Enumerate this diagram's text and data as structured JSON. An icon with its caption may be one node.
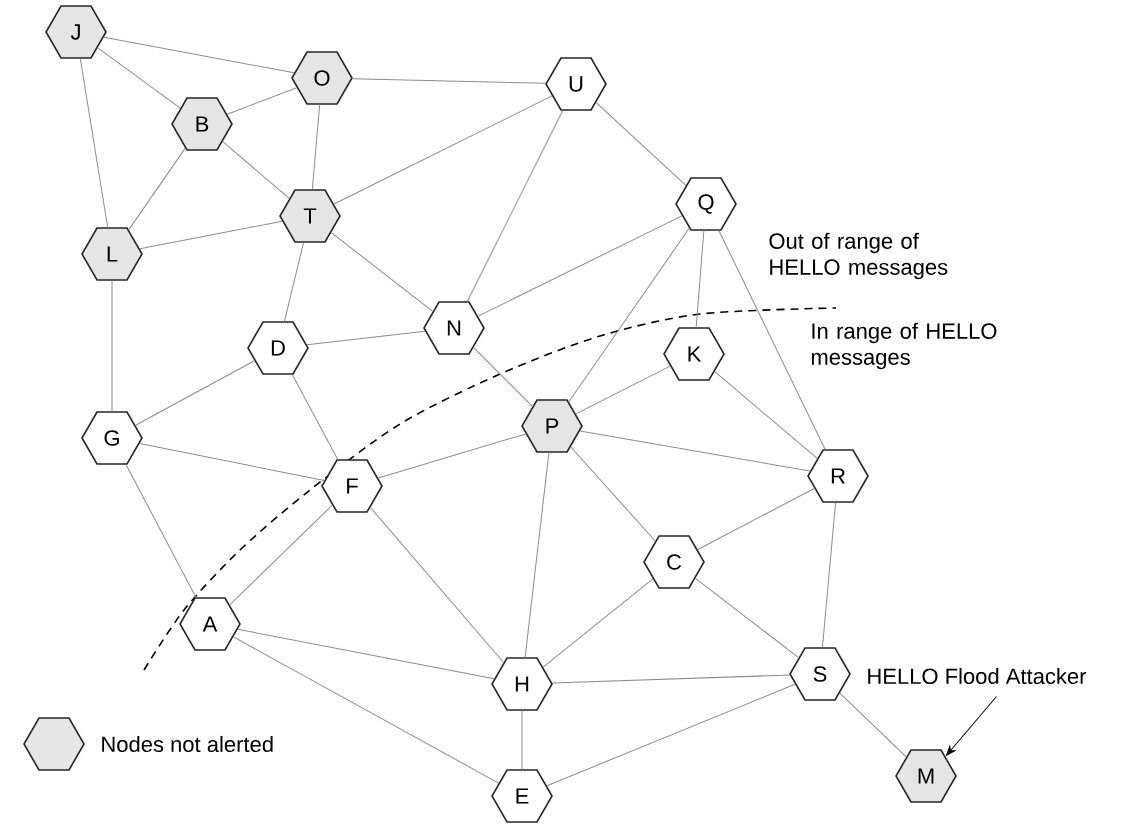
{
  "diagram": {
    "nodes": [
      {
        "text": [
          "J"
        ]
      },
      {
        "text": [
          "O"
        ]
      },
      {
        "text": [
          "U"
        ]
      },
      {
        "text": [
          "B"
        ]
      },
      {
        "text": [
          "T"
        ]
      },
      {
        "text": [
          "L"
        ]
      },
      {
        "text": [
          "Q"
        ]
      },
      {
        "text": [
          "N"
        ]
      },
      {
        "text": [
          "D"
        ]
      },
      {
        "text": [
          "K"
        ]
      },
      {
        "text": [
          "P"
        ]
      },
      {
        "text": [
          "G"
        ]
      },
      {
        "text": [
          "F"
        ]
      },
      {
        "text": [
          "R"
        ]
      },
      {
        "text": [
          "C"
        ]
      },
      {
        "text": [
          "A"
        ]
      },
      {
        "text": [
          "H"
        ]
      },
      {
        "text": [
          "S"
        ]
      },
      {
        "text": [
          "E"
        ]
      },
      {
        "text": [
          "M"
        ]
      },
      {
        "text": [
          "HELLO Flood Attacker"
        ]
      }
    ],
    "edges": [
      {
        "from": 0,
        "to": 1,
        "arrow": "none"
      },
      {
        "from": 0,
        "to": 3,
        "arrow": "none"
      },
      {
        "from": 0,
        "to": 5,
        "arrow": "none"
      },
      {
        "from": 1,
        "to": 3,
        "arrow": "none"
      },
      {
        "from": 1,
        "to": 4,
        "arrow": "none"
      },
      {
        "from": 1,
        "to": 2,
        "arrow": "none"
      },
      {
        "from": 3,
        "to": 4,
        "arrow": "none"
      },
      {
        "from": 3,
        "to": 5,
        "arrow": "none"
      },
      {
        "from": 5,
        "to": 4,
        "arrow": "none"
      },
      {
        "from": 5,
        "to": 11,
        "arrow": "none"
      },
      {
        "from": 4,
        "to": 2,
        "arrow": "none"
      },
      {
        "from": 4,
        "to": 7,
        "arrow": "none"
      },
      {
        "from": 4,
        "to": 8,
        "arrow": "none"
      },
      {
        "from": 2,
        "to": 7,
        "arrow": "none"
      },
      {
        "from": 2,
        "to": 6,
        "arrow": "none"
      },
      {
        "from": 7,
        "to": 8,
        "arrow": "none"
      },
      {
        "from": 7,
        "to": 6,
        "arrow": "none"
      },
      {
        "from": 7,
        "to": 10,
        "arrow": "none"
      },
      {
        "from": 8,
        "to": 11,
        "arrow": "none"
      },
      {
        "from": 8,
        "to": 12,
        "arrow": "none"
      },
      {
        "from": 6,
        "to": 10,
        "arrow": "none"
      },
      {
        "from": 6,
        "to": 9,
        "arrow": "none"
      },
      {
        "from": 6,
        "to": 13,
        "arrow": "none"
      },
      {
        "from": 9,
        "to": 10,
        "arrow": "none"
      },
      {
        "from": 9,
        "to": 13,
        "arrow": "none"
      },
      {
        "from": 10,
        "to": 12,
        "arrow": "none"
      },
      {
        "from": 10,
        "to": 13,
        "arrow": "none"
      },
      {
        "from": 10,
        "to": 14,
        "arrow": "none"
      },
      {
        "from": 10,
        "to": 16,
        "arrow": "none"
      },
      {
        "from": 11,
        "to": 12,
        "arrow": "none"
      },
      {
        "from": 11,
        "to": 15,
        "arrow": "none"
      },
      {
        "from": 12,
        "to": 15,
        "arrow": "none"
      },
      {
        "from": 12,
        "to": 16,
        "arrow": "none"
      },
      {
        "from": 13,
        "to": 14,
        "arrow": "none"
      },
      {
        "from": 13,
        "to": 17,
        "arrow": "none"
      },
      {
        "from": 14,
        "to": 16,
        "arrow": "none"
      },
      {
        "from": 14,
        "to": 17,
        "arrow": "none"
      },
      {
        "from": 15,
        "to": 16,
        "arrow": "none"
      },
      {
        "from": 15,
        "to": 18,
        "arrow": "none"
      },
      {
        "from": 16,
        "to": 17,
        "arrow": "none"
      },
      {
        "from": 16,
        "to": 18,
        "arrow": "none"
      },
      {
        "from": 18,
        "to": 17,
        "arrow": "none"
      },
      {
        "from": 17,
        "to": 19,
        "arrow": "none"
      },
      {
        "from": 20,
        "to": 19,
        "arrow": "to",
        "color": "#000000"
      }
    ],
    "labels": [
      "Out of range of HELLO messages",
      "In range of HELLO messages"
    ],
    "legend": [
      {
        "text": "Nodes not alerted",
        "color": "#e6e6e6"
      }
    ]
  }
}
